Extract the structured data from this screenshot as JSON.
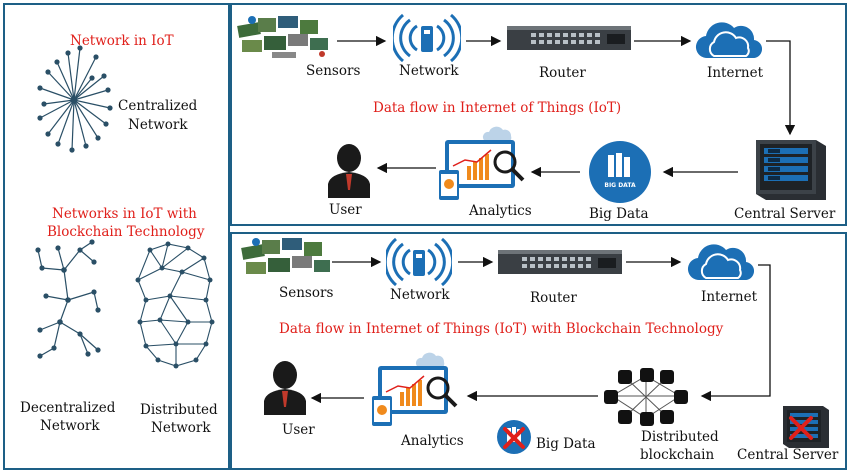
{
  "left": {
    "heading_iot": "Network in IoT",
    "centralized_line1": "Centralized",
    "centralized_line2": "Network",
    "heading_blockchain_line1": "Networks in IoT with",
    "heading_blockchain_line2": "Blockchain Technology",
    "decentralized_line1": "Decentralized",
    "decentralized_line2": "Network",
    "distributed_line1": "Distributed",
    "distributed_line2": "Network"
  },
  "top": {
    "title": "Data flow in Internet of Things (IoT)",
    "sensors": "Sensors",
    "network": "Network",
    "router": "Router",
    "internet": "Internet",
    "central_server": "Central Server",
    "big_data": "Big Data",
    "analytics": "Analytics",
    "user": "User",
    "big_data_badge": "BIG DATA"
  },
  "bottom": {
    "title": "Data flow in Internet of Things (IoT) with Blockchain Technology",
    "sensors": "Sensors",
    "network": "Network",
    "router": "Router",
    "internet": "Internet",
    "central_server": "Central Server",
    "distributed_line1": "Distributed",
    "distributed_line2": "blockchain",
    "big_data": "Big Data",
    "analytics": "Analytics",
    "user": "User"
  },
  "colors": {
    "border": "#1d5f86",
    "accent_blue": "#1c6fb5",
    "title_red": "#e0201b",
    "node": "#2a4f66",
    "orange": "#f08a1c"
  }
}
